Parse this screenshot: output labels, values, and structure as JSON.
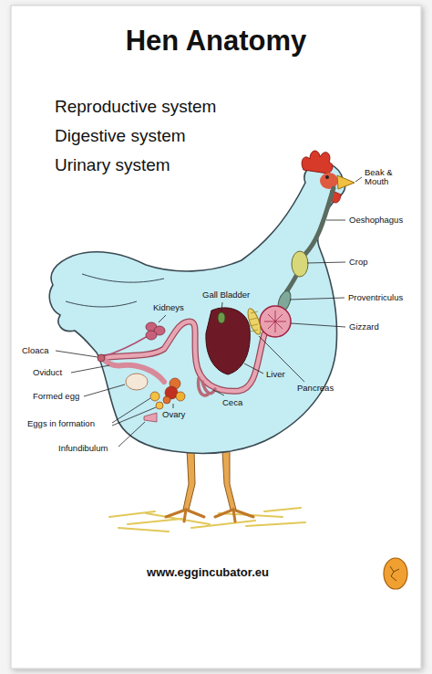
{
  "diagram": {
    "title": "Hen Anatomy",
    "labels": [
      "Reproductive system",
      "Digestive system",
      "Urinary system",
      "Beak & Mouth",
      "Oeshophagus",
      "Crop",
      "Proventriculus",
      "Gizzard",
      "Gall Bladder",
      "Kidneys",
      "Liver",
      "Pancreas",
      "Cloaca",
      "Oviduct",
      "Formed egg",
      "Eggs in formation",
      "Ovary",
      "Ceca",
      "Infundibulum",
      "www.eggincubator.eu"
    ]
  }
}
